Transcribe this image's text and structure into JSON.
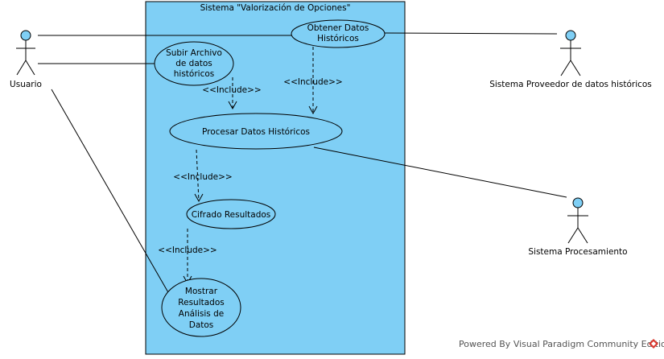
{
  "system": {
    "title": "Sistema \"Valorización de Opciones\""
  },
  "actors": {
    "usuario": "Usuario",
    "proveedor": "Sistema Proveedor de datos históricos",
    "procesamiento": "Sistema Procesamiento"
  },
  "use_cases": {
    "obtener": [
      "Obtener Datos",
      "Históricos"
    ],
    "subir": [
      "Subir Archivo",
      "de datos",
      "históricos"
    ],
    "procesar": [
      "Procesar Datos Históricos"
    ],
    "cifrado": [
      "Cifrado Resultados"
    ],
    "mostrar": [
      "Mostrar",
      "Resultados",
      "Análisis de",
      "Datos"
    ]
  },
  "relations": {
    "include_label": "<<Include>>"
  },
  "colors": {
    "system_fill": "#7fcff5",
    "usecase_fill": "#7fcff5",
    "actor_head": "#7fcff5",
    "stroke": "#000000",
    "logo": "#d9382f"
  },
  "footer": {
    "text": "Powered By Visual Paradigm Community Edition"
  }
}
